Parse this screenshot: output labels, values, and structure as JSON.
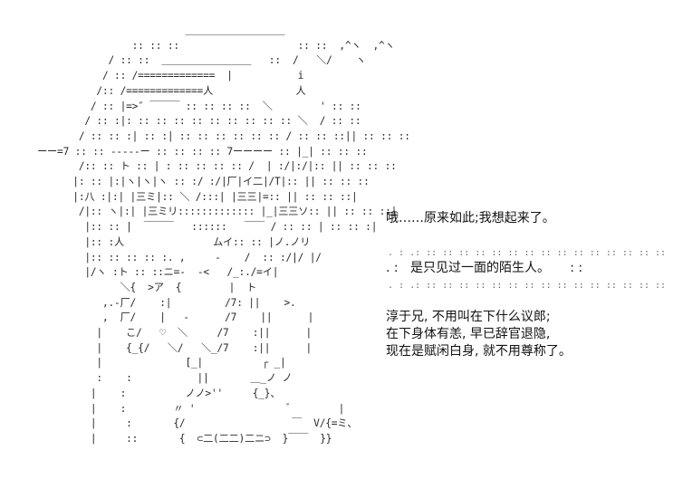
{
  "ascii_art": [
    "                           ＿＿＿＿＿＿＿＿＿＿",
    "                  :: :: ::                    :: ::  ,^ヽ  ,^ヽ",
    "              / :: ::  ＿＿＿＿＿＿＿＿＿   ::  /   ＼/    ヽ",
    "             / :: /=============  |           i",
    "            /:: /=============人              人",
    "           / :: |=>″ ￣￣￣ :: :: :: ::  ＼        ' :: ::",
    "          / :: :|: :: :: :: :: :: :: :: :: :: ＼  / :: ::",
    "         / :: :: :| :: :| :: :: :: :: :: :: / :: :: ::|| :: :: ::",
    "  ーー=7 :: :: -----ー :: :: :: :: 7ーーーー :: |_| :: :: ::",
    "         /:: :: ト :: | : :: :: :: :: /  | :/|:/|:: || :: :: ::",
    "        |: :: |:|ヽ|ヽ|ヽ :: :/ :/|厂|イ二|/T|:: || :: :: ::",
    "        |:八 :|:| |三ミ|:: ＼ /:::| |三三|=:: || :: :: ::|",
    "         /|:: ヽ|:| |三ミリ::::::::::::: |_|三三ソ:: || :: :: ::|",
    "          |:: :: |  ￣￣￣   ::::::   ￣￣ / :: :: | :: :: :|",
    "          |:: :人               ムイ:: :: |ノ.ノリ",
    "          |:: :: :: :: :. ,     ‐    /  :: :/|/ |/",
    "          |/ヽ :ト :: ::ニ=-  -<   /_:./=イ|",
    "                ＼{  >ア  {        |  ト",
    "             ,.-厂/    :|         /7: ||    >.",
    "             ,  厂/    |   -      /7    ||      |",
    "            |    こ/   ♡  ＼     /7    :||      |",
    "            |    {_{/   ＼/   ＼_/7    :||      |",
    "            |              [_|          ┌ _|",
    "            :    :           ||       ＿_ノ ノ",
    "           |    :          ノノ>''     {_}、",
    "           |    :        〃 '                ﾞ        |",
    "           |     :       {/                  ￣  V/{=ミ、",
    "           |     ::       {  ⊂二(二二)二ニ⊃  }￣￣  }}"
  ],
  "speech": {
    "line1": "哦……原来如此;我想起来了。",
    "dots_top": ". : .: :: :: :: :: :: :: :: :: :: :: :: :: :: :: ::",
    "line2": ". :   是只见过一面的陌生人。     : :",
    "dots_bottom": ". : .: :: :: :: :: :: :: :: :: :: :: :: :: :: :: ::",
    "line3": "淳于兄, 不用叫在下什么议郎;",
    "line4": "在下身体有恙, 早已辞官退隐,",
    "line5": "现在是赋闲白身, 就不用尊称了。"
  }
}
